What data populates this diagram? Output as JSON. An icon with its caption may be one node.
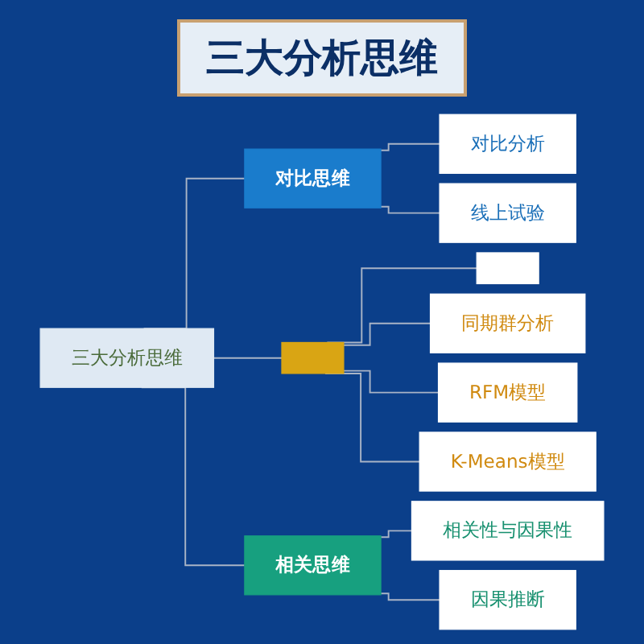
{
  "diagram": {
    "title": "三大分析思维",
    "nodes": [
      {
        "text": [
          "三大分析思维"
        ]
      },
      {
        "text": [
          "对比思维"
        ]
      },
      {
        "text": [
          "对比分析"
        ]
      },
      {
        "text": [
          "线上试验"
        ]
      },
      {
        "text": [],
        "shape": "box"
      },
      {
        "text": [],
        "shape": "box"
      },
      {
        "text": [
          "同期群分析"
        ]
      },
      {
        "text": [
          "RFM模型"
        ]
      },
      {
        "text": [
          "K-Means模型"
        ]
      },
      {
        "text": [
          "相关思维"
        ]
      },
      {
        "text": [
          "相关性与因果性"
        ]
      },
      {
        "text": [
          "因果推断"
        ]
      }
    ],
    "edges": [
      {
        "from": 0,
        "to": 1,
        "arrow": "none"
      },
      {
        "from": 0,
        "to": 4,
        "arrow": "none"
      },
      {
        "from": 0,
        "to": 9,
        "arrow": "none"
      },
      {
        "from": 1,
        "to": 2,
        "arrow": "none"
      },
      {
        "from": 1,
        "to": 3,
        "arrow": "none"
      },
      {
        "from": 4,
        "to": 5,
        "arrow": "none"
      },
      {
        "from": 4,
        "to": 6,
        "arrow": "none"
      },
      {
        "from": 4,
        "to": 7,
        "arrow": "none"
      },
      {
        "from": 4,
        "to": 8,
        "arrow": "none"
      },
      {
        "from": 9,
        "to": 10,
        "arrow": "none"
      },
      {
        "from": 9,
        "to": 11,
        "arrow": "none"
      }
    ]
  }
}
